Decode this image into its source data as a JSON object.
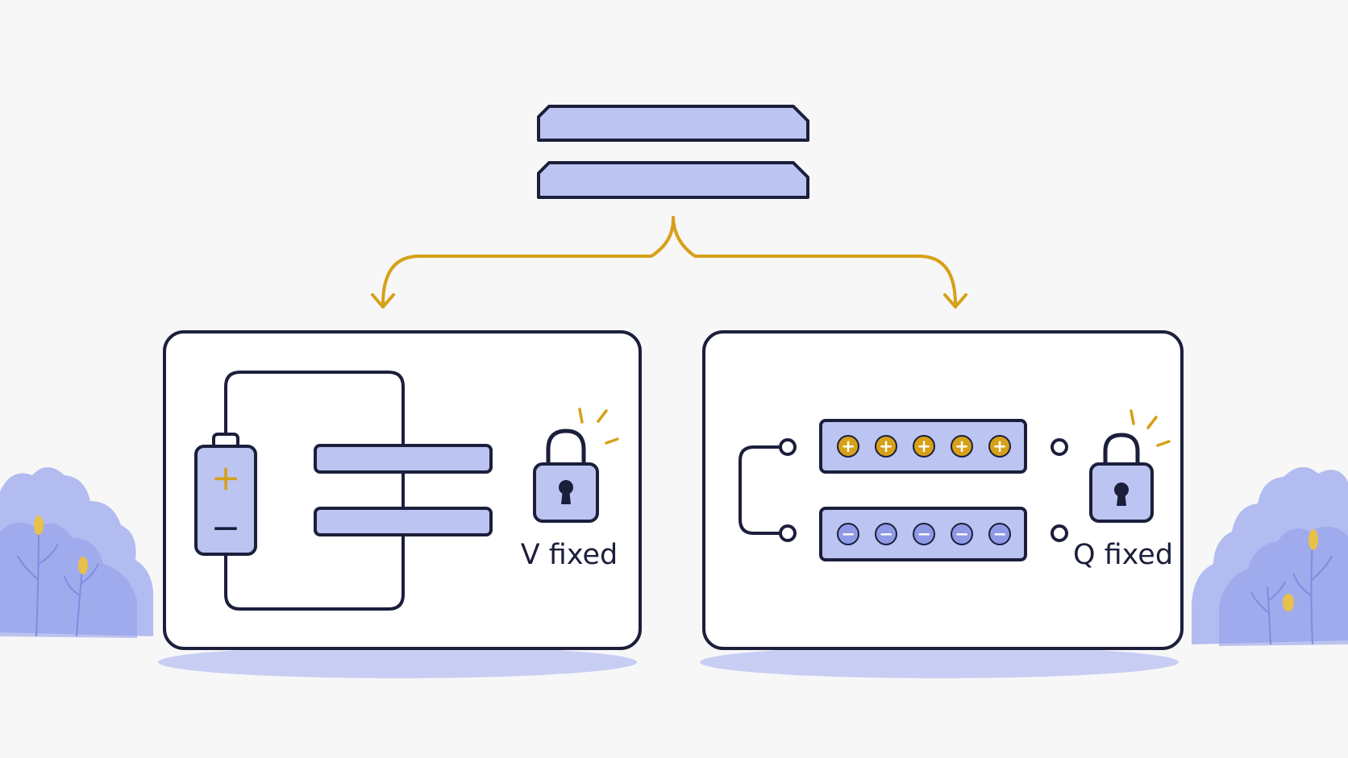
{
  "colors": {
    "background": "#f7f7f8",
    "outline": "#1b1f3b",
    "plate_fill": "#bcc4f2",
    "accent_gold": "#d6a018",
    "card_fill": "#ffffff",
    "shadow": "#c8cef3",
    "foliage": "#9aa6ec"
  },
  "icons": {
    "battery": "battery-icon",
    "lock": "padlock-icon",
    "split_arrow": "branching-arrow-icon",
    "positive_charge": "plus-charge-icon",
    "negative_charge": "minus-charge-icon"
  },
  "panels": [
    {
      "id": "connected",
      "label": "V fixed",
      "battery_signs": {
        "positive": "+",
        "negative": "−"
      }
    },
    {
      "id": "isolated",
      "label": "Q fixed",
      "positive_charges": [
        "+",
        "+",
        "+",
        "+",
        "+"
      ],
      "negative_charges": [
        "−",
        "−",
        "−",
        "−",
        "−"
      ]
    }
  ]
}
